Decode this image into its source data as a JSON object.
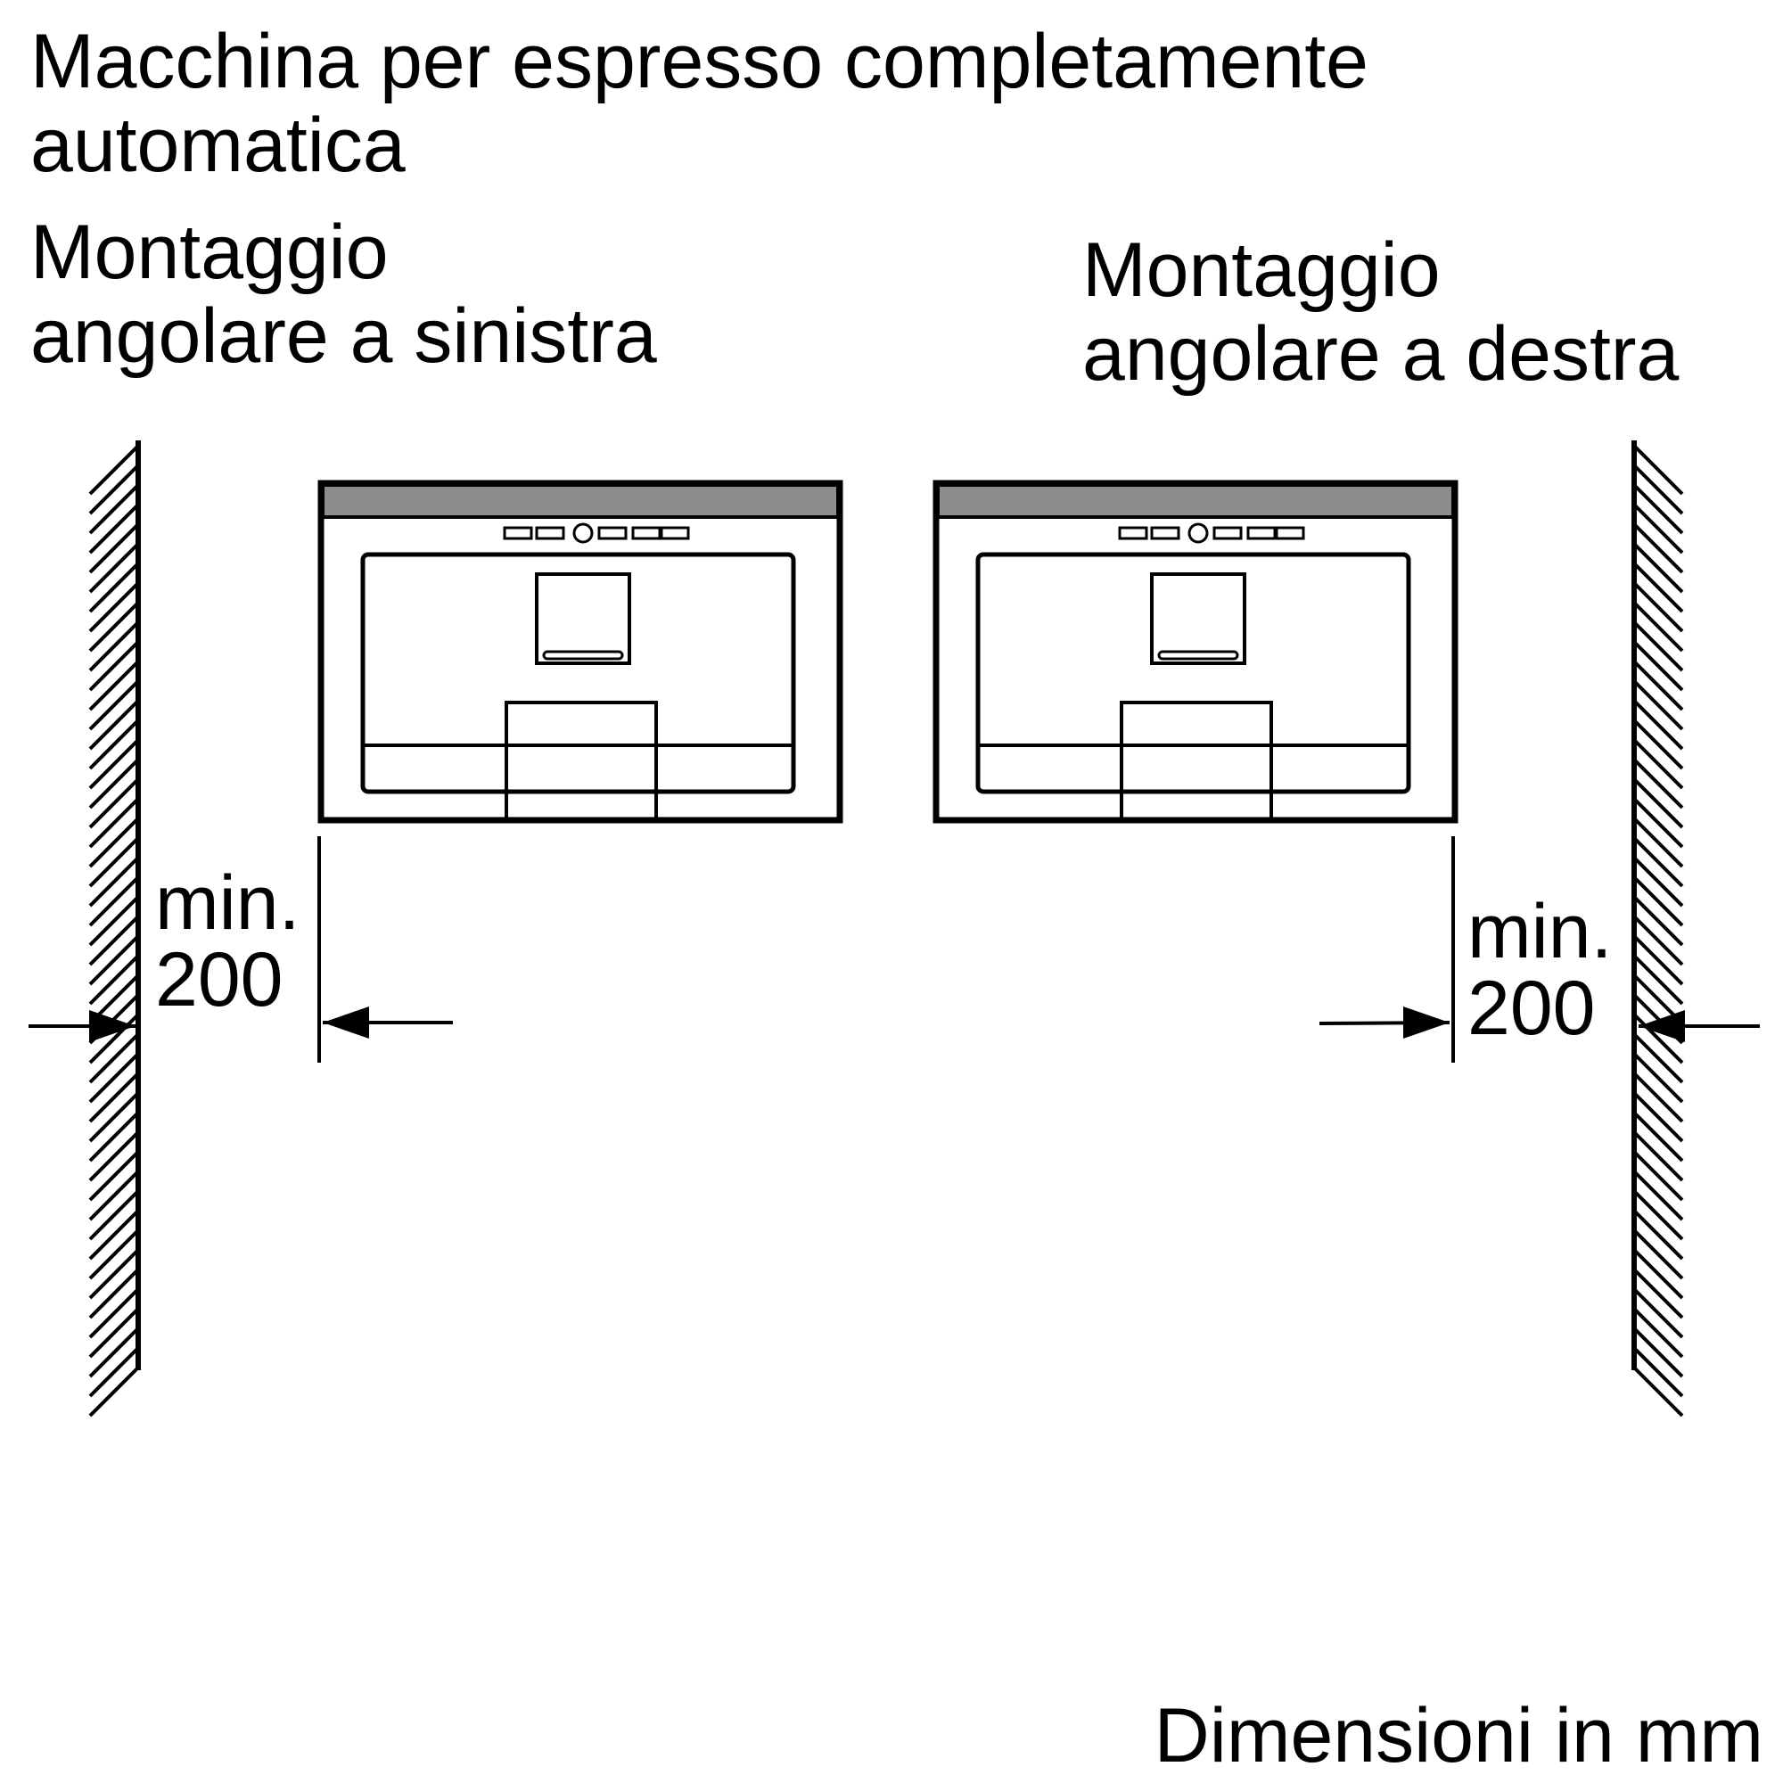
{
  "title": {
    "line1": "Macchina per espresso completamente",
    "line2": "automatica"
  },
  "left_mount": {
    "line1": "Montaggio",
    "line2": "angolare a sinistra",
    "dimension_label": "min.",
    "dimension_value": "200"
  },
  "right_mount": {
    "line1": "Montaggio",
    "line2": "angolare a destra",
    "dimension_label": "min.",
    "dimension_value": "200"
  },
  "units_note": "Dimensioni in mm",
  "colors": {
    "line": "#000000",
    "machine_top_strip": "#8c8c8c",
    "background": "#ffffff"
  }
}
